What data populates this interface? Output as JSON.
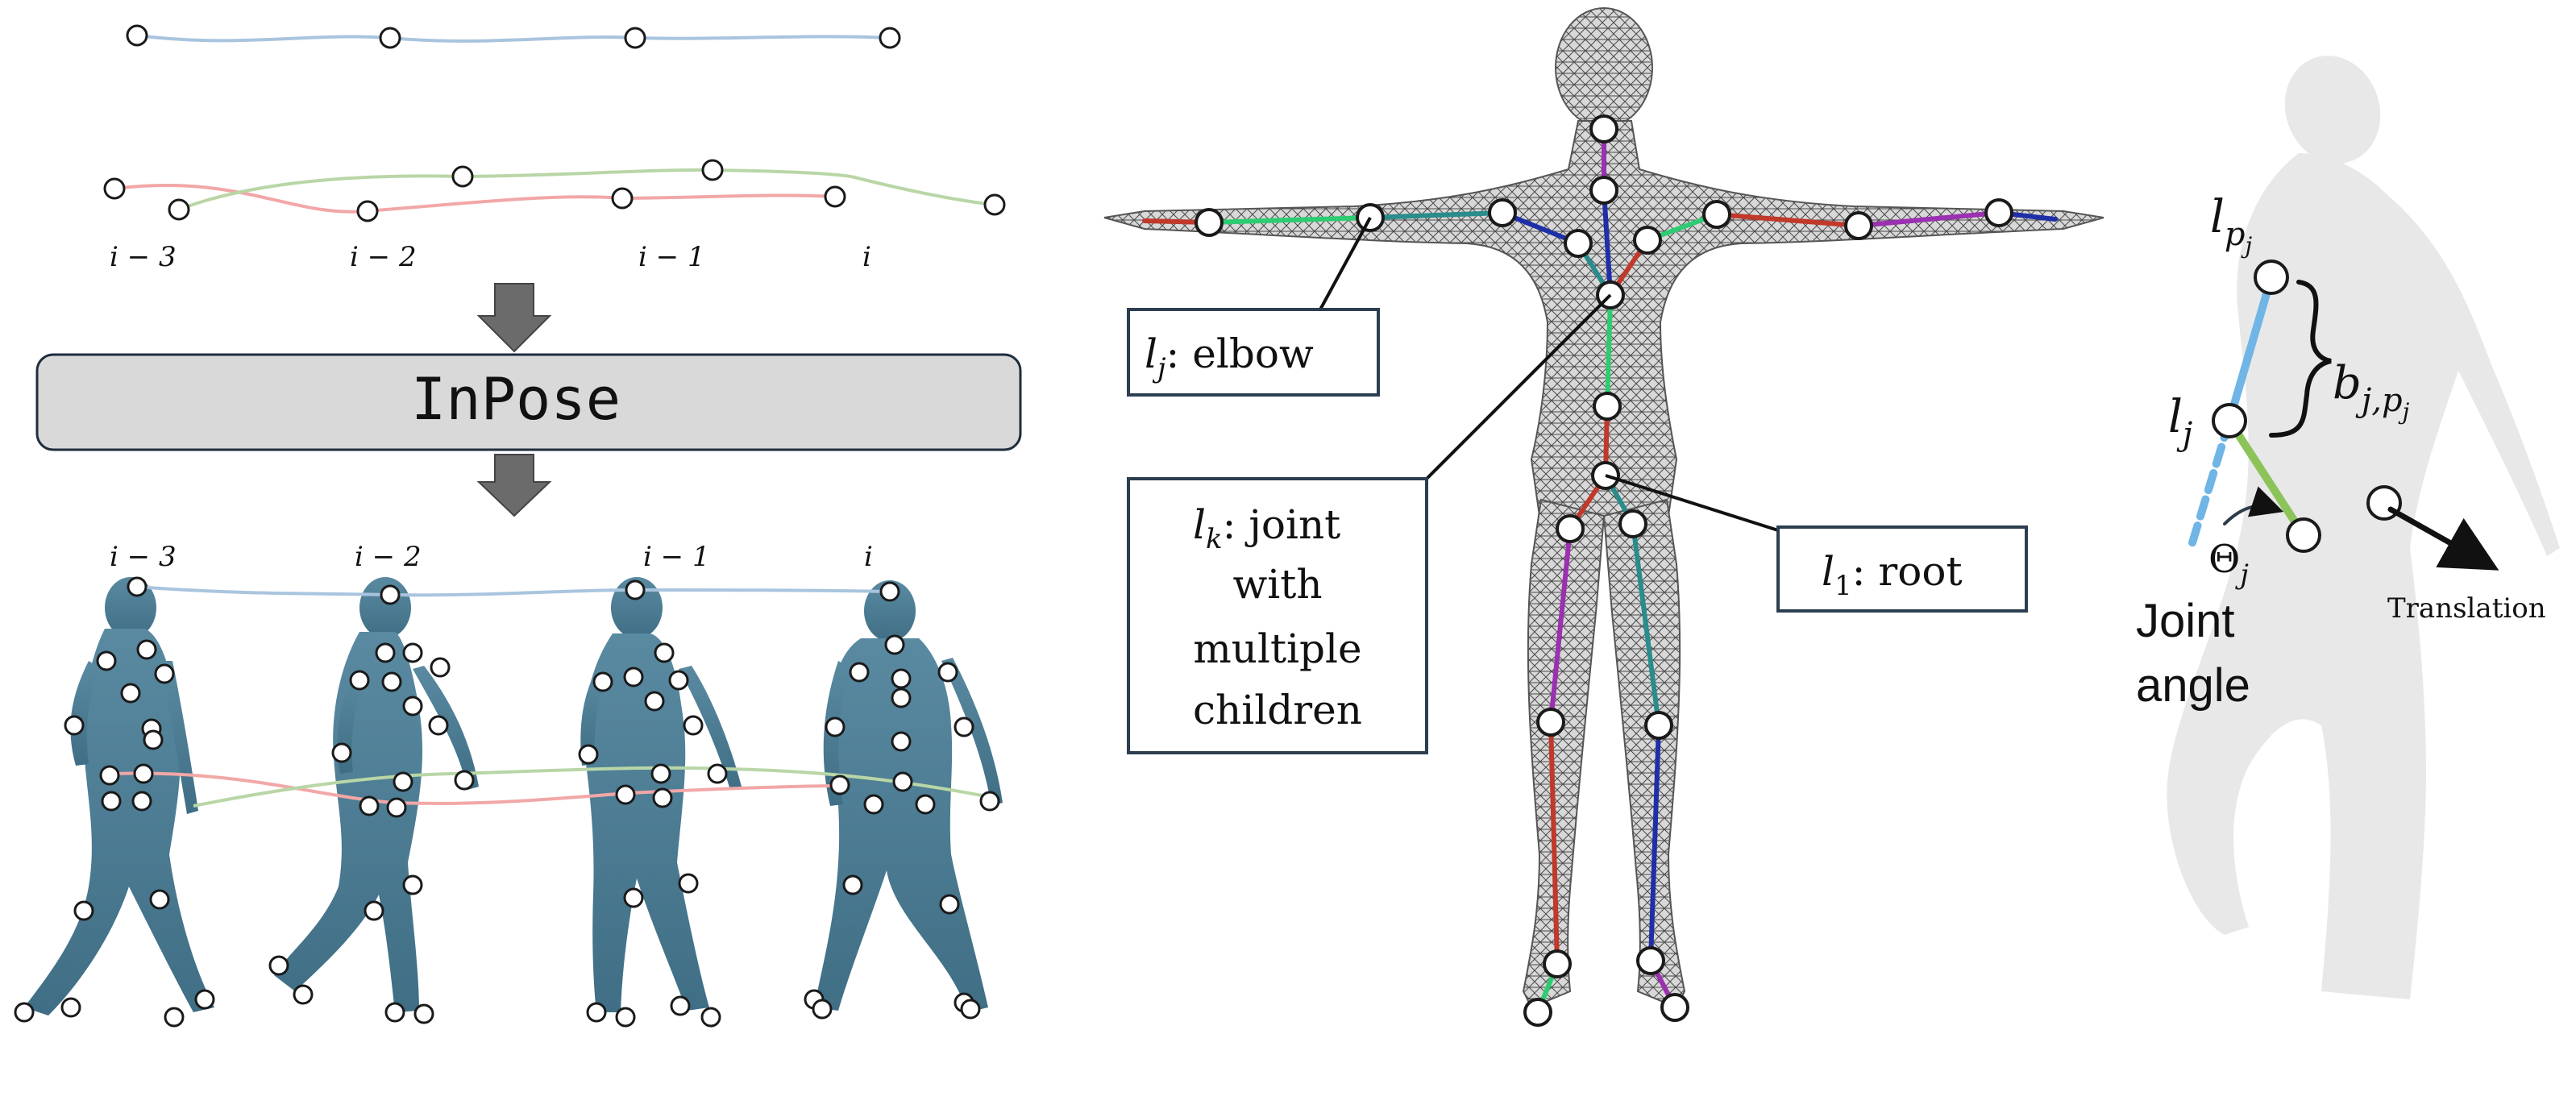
{
  "left_panel": {
    "frame_labels_top": [
      "i − 3",
      "i − 2",
      "i − 1",
      "i"
    ],
    "frame_labels_bottom": [
      "i − 3",
      "i − 2",
      "i − 1",
      "i"
    ],
    "model_label": "InPose",
    "colors": {
      "track_blue": "#a9c4df",
      "track_red": "#f2a7a7",
      "track_green": "#b9d6a6",
      "figure": "#4d7f96",
      "model_box": "#d9d9d9",
      "arrow": "#6b6b6b"
    }
  },
  "middle_panel": {
    "callouts": {
      "elbow": {
        "var": "l",
        "sub": "j",
        "text": ": elbow"
      },
      "multi": {
        "var": "l",
        "sub": "k",
        "lines": [
          ": joint",
          "with",
          "multiple",
          "children"
        ]
      },
      "root": {
        "var": "l",
        "sub": "1",
        "text": ": root"
      }
    },
    "bone_colors": [
      "#c0392b",
      "#2ecc71",
      "#2a8c8c",
      "#1f2fa8",
      "#9b30b0"
    ]
  },
  "right_panel": {
    "label_lp": {
      "var": "l",
      "sub": "p",
      "subsub": "j"
    },
    "label_lj": {
      "var": "l",
      "sub": "j"
    },
    "label_bone": {
      "var": "b",
      "sub": "j,p",
      "subsub": "j"
    },
    "label_theta": {
      "var": "Θ",
      "sub": "j"
    },
    "joint_angle_lines": [
      "Joint",
      "angle"
    ],
    "translation": "Translation",
    "colors": {
      "upper_bone": "#6fb5e6",
      "lower_bone": "#8cc45a",
      "body": "#e6e6e6"
    }
  }
}
